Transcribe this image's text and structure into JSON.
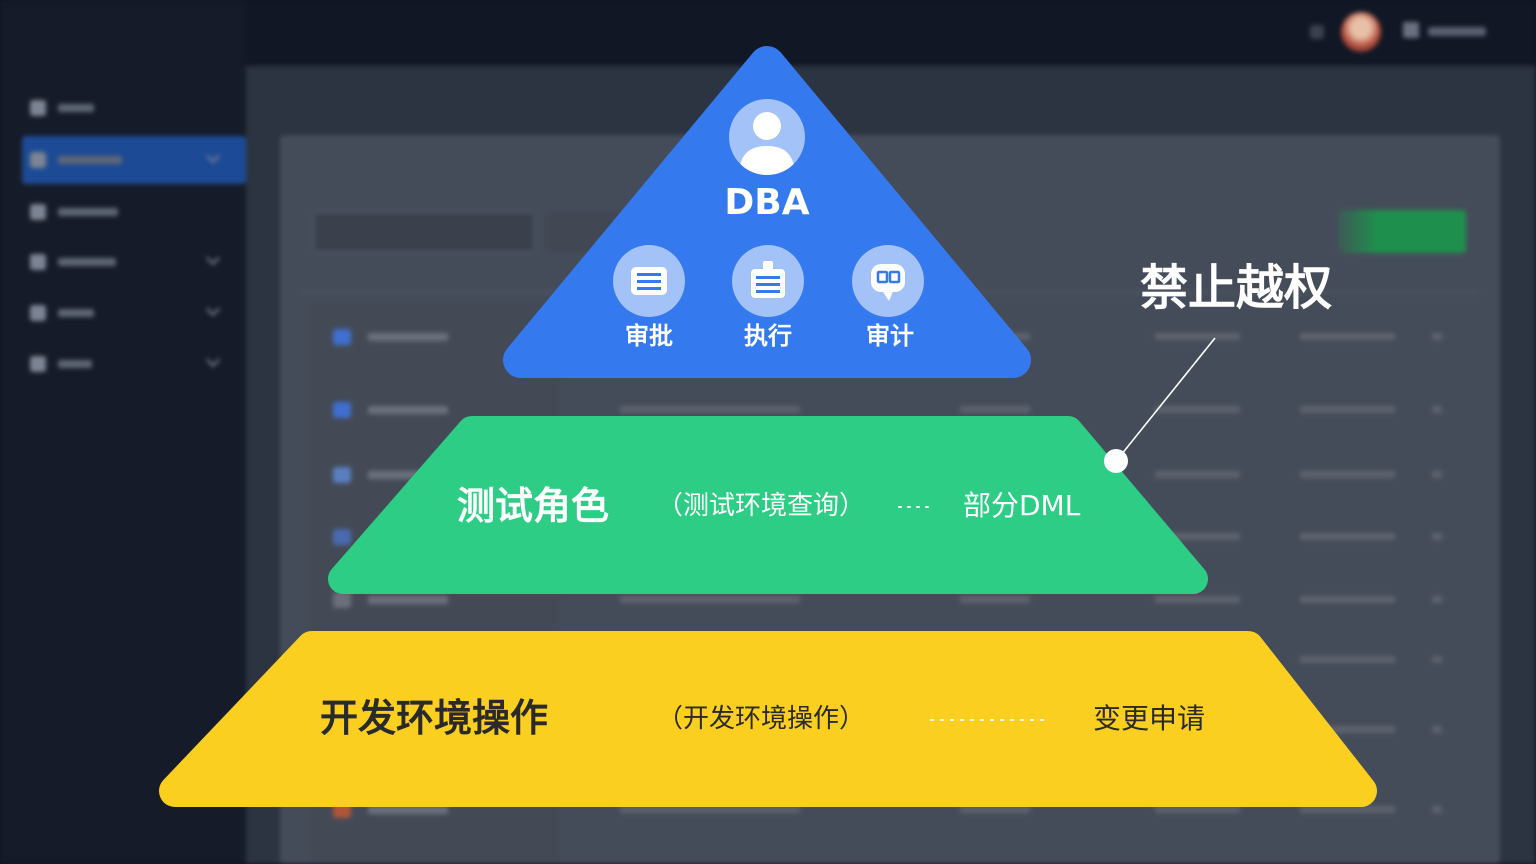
{
  "diagram": {
    "top": {
      "title": "DBA",
      "color": "#3479ee",
      "avatar_icon": "user-icon",
      "actions": [
        {
          "label": "审批",
          "icon": "approval-icon"
        },
        {
          "label": "执行",
          "icon": "execute-icon"
        },
        {
          "label": "审计",
          "icon": "audit-icon"
        }
      ]
    },
    "middle": {
      "title": "测试角色",
      "scope": "（测试环境查询）",
      "permission": "部分DML",
      "color": "#2ecd86"
    },
    "bottom": {
      "title": "开发环境操作",
      "scope": "（开发环境操作）",
      "permission": "变更申请",
      "color": "#fbcf1f"
    },
    "callout": {
      "text": "禁止越权",
      "line_color": "#ffffff"
    }
  }
}
